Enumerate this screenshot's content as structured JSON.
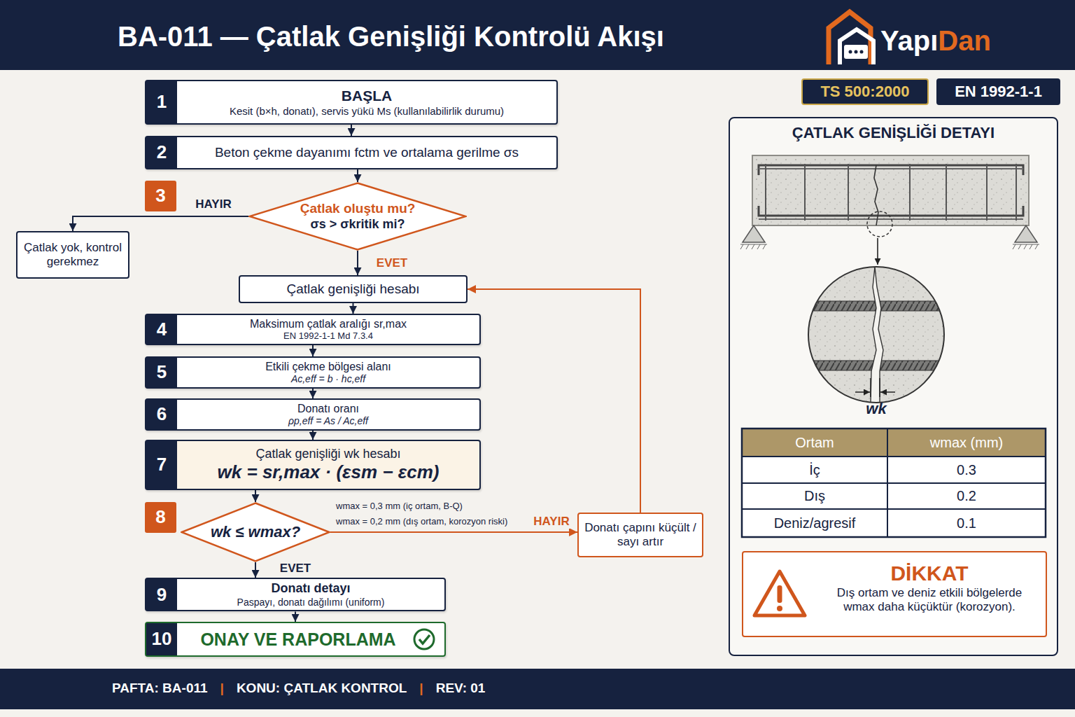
{
  "diagram": {
    "title": "BA-011 — Çatlak Genişliği Kontrolü Akışı",
    "nodes": [
      {
        "text": [
          "TS 500:2000"
        ]
      },
      {
        "text": [
          "EN 1992-1-1"
        ]
      },
      {
        "text": [
          "1",
          "BAŞLA",
          "Kesit (b×h, donatı), servis yükü Ms (kullanılabilirlik durumu)"
        ]
      },
      {
        "text": [
          "2",
          "Beton çekme dayanımı fctm ve ortalama gerilme σs"
        ]
      },
      {
        "text": [
          "3",
          "Çatlak oluştu mu?",
          "σs > σkritik mi?"
        ]
      },
      {
        "text": [
          "Çatlak yok, kontrol gerekmez"
        ]
      },
      {
        "text": [
          "Çatlak genişliği hesabı"
        ]
      },
      {
        "text": [
          "4",
          "Maksimum çatlak aralığı sr,max",
          "EN 1992-1-1 Md 7.3.4"
        ]
      },
      {
        "text": [
          "5",
          "Etkili çekme bölgesi alanı",
          "Ac,eff = b · hc,eff"
        ]
      },
      {
        "text": [
          "6",
          "Donatı oranı",
          "ρp,eff = As / Ac,eff"
        ]
      },
      {
        "text": [
          "7",
          "Çatlak genişliği wk hesabı",
          "wk = sr,max · (εsm − εcm)"
        ]
      },
      {
        "text": [
          "8",
          "wk ≤ wmax?"
        ]
      },
      {
        "text": [
          "Donatı çapını küçült / sayı artır"
        ]
      },
      {
        "text": [
          "9",
          "Donatı detayı",
          "Paspayı, donatı dağılımı (uniform)"
        ]
      },
      {
        "text": [
          "10",
          "ONAY VE RAPORLAMA"
        ]
      },
      {
        "text": [
          "ÇATLAK GENİŞLİĞİ DETAYI"
        ]
      },
      {
        "text": [
          "DİKKAT",
          "Dış ortam ve deniz etkili bölgelerde wmax daha küçüktür (korozyon)."
        ],
        "in": 15
      }
    ],
    "edges": [
      {
        "from": 2,
        "to": 3,
        "arrow": "to"
      },
      {
        "from": 3,
        "to": 4,
        "arrow": "to"
      },
      {
        "from": 4,
        "to": 5,
        "arrow": "to",
        "label": "HAYIR"
      },
      {
        "from": 4,
        "to": 6,
        "arrow": "to",
        "label": "EVET"
      },
      {
        "from": 6,
        "to": 7,
        "arrow": "to"
      },
      {
        "from": 7,
        "to": 8,
        "arrow": "to"
      },
      {
        "from": 8,
        "to": 9,
        "arrow": "to"
      },
      {
        "from": 9,
        "to": 10,
        "arrow": "to"
      },
      {
        "from": 10,
        "to": 11,
        "arrow": "to"
      },
      {
        "from": 11,
        "to": 12,
        "arrow": "to",
        "label": "HAYIR"
      },
      {
        "from": 12,
        "to": 6,
        "arrow": "to"
      },
      {
        "from": 11,
        "to": 13,
        "arrow": "to",
        "label": "EVET"
      },
      {
        "from": 13,
        "to": 14,
        "arrow": "to"
      }
    ],
    "labels": [
      "Yapı",
      "Dan",
      "wmax = 0,3 mm (iç ortam, B-Q)",
      "wmax = 0,2 mm (dış ortam, korozyon riski)",
      "wk",
      "Ortam",
      "wmax (mm)",
      "İç",
      "0.3",
      "Dış",
      "0.2",
      "Deniz/agresif",
      "0.1",
      "PAFTA: BA-011",
      "|",
      "KONU: ÇATLAK KONTROL",
      "|",
      "REV: 01"
    ]
  }
}
